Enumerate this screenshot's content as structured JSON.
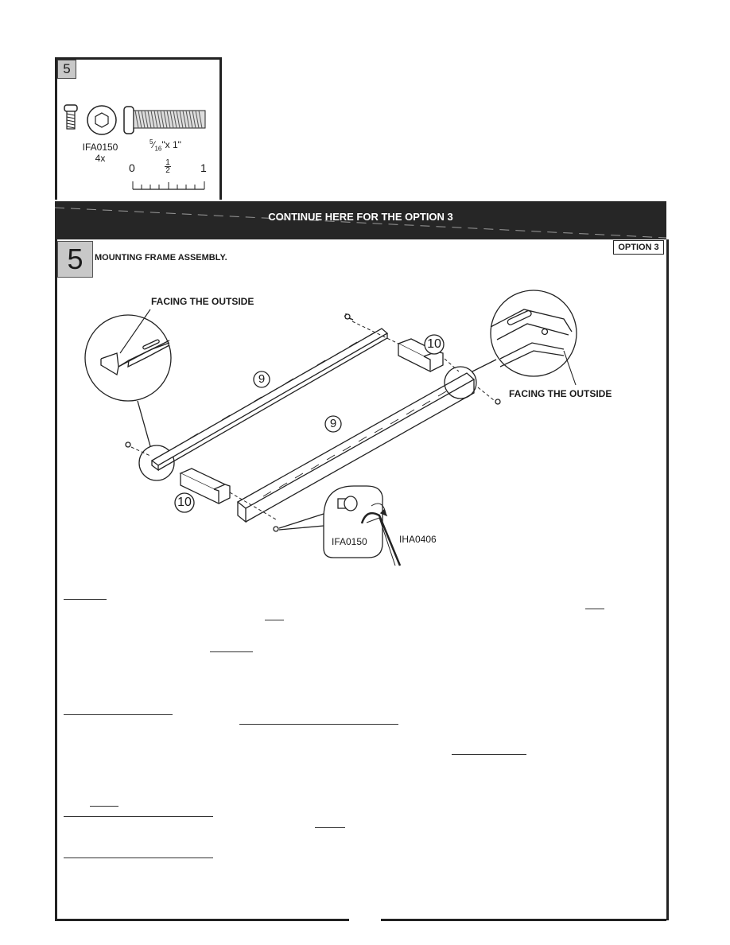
{
  "hardware": {
    "step": "5",
    "part_code": "IFA0150",
    "quantity": "4x",
    "size_num": "5",
    "size_den": "16",
    "size_rest": "\"x 1\"",
    "scale_start": "0",
    "scale_half_num": "1",
    "scale_half_den": "2",
    "scale_end": "1"
  },
  "banner": {
    "title": "CONTINUE HERE FOR THE OPTION 3"
  },
  "step": {
    "number": "5",
    "title": "MOUNTING FRAME ASSEMBLY.",
    "option": "OPTION 3"
  },
  "diagram": {
    "callout_left": "FACING THE OUTSIDE",
    "callout_right": "FACING THE OUTSIDE",
    "rail_label_top": "9",
    "rail_label_bottom": "9",
    "tube_label_top": "10",
    "tube_label_bottom": "10",
    "screw_code": "IFA0150",
    "key_code": "IHA0406"
  }
}
